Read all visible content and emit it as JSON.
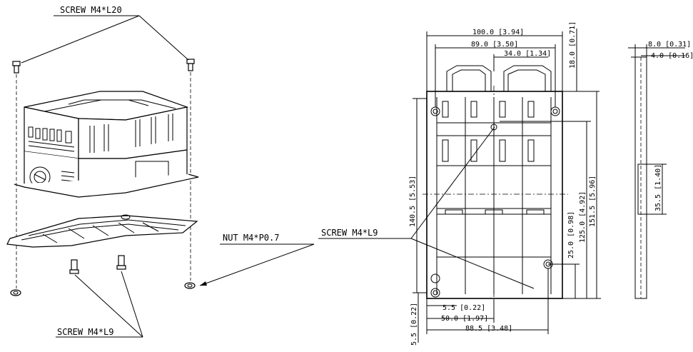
{
  "labels": {
    "screw_top": "SCREW M4*L20",
    "nut": "NUT M4*P0.7",
    "screw_mid": "SCREW M4*L9",
    "screw_bottom": "SCREW M4*L9"
  },
  "front_dims": {
    "width_total": "100.0 [3.94]",
    "width_holes": "89.0 [3.50]",
    "width_tab": "34.0 [1.34]",
    "top_offset": "18.0 [0.71]",
    "height_left": "140.5 [5.53]",
    "height_total": "151.5 [5.96]",
    "height_mid": "125.0 [4.92]",
    "height_low": "25.0 [0.98]",
    "hole_x": "5.5 [0.22]",
    "bottom_holes": "50.0 [1.97]",
    "bottom_total": "88.5 [3.48]",
    "hole_y": "5.5 [0.22]"
  },
  "side_dims": {
    "thickness": "8.0 [0.31]",
    "inner": "4.0 [0.16]",
    "slot_height": "35.5 [1.40]"
  }
}
